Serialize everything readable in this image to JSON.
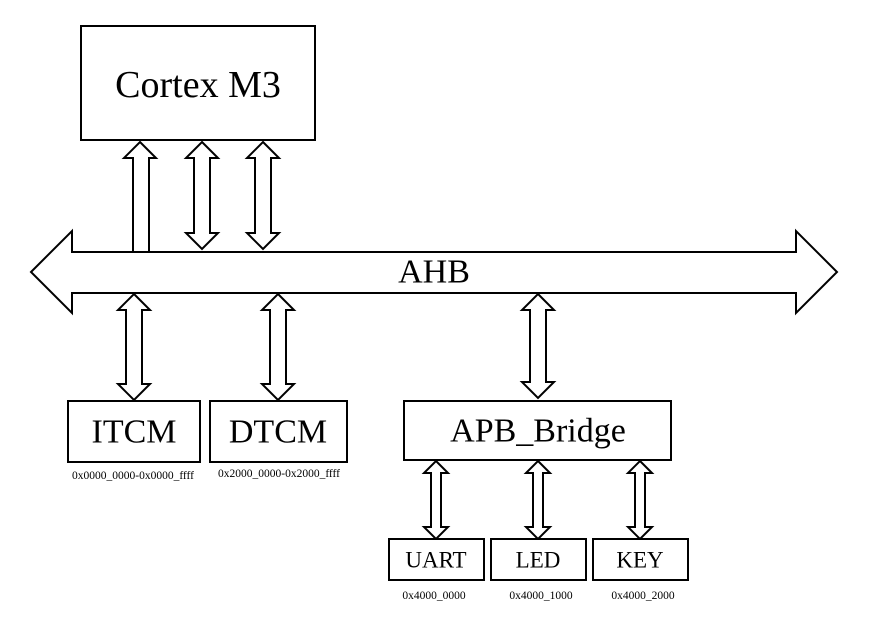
{
  "cpu": {
    "label": "Cortex M3"
  },
  "bus": {
    "label": "AHB"
  },
  "memories": [
    {
      "label": "ITCM",
      "range": "0x0000_0000-0x0000_ffff"
    },
    {
      "label": "DTCM",
      "range": "0x2000_0000-0x2000_ffff"
    }
  ],
  "bridge": {
    "label": "APB_Bridge"
  },
  "peripherals": [
    {
      "label": "UART",
      "address": "0x4000_0000"
    },
    {
      "label": "LED",
      "address": "0x4000_1000"
    },
    {
      "label": "KEY",
      "address": "0x4000_2000"
    }
  ],
  "colors": {
    "stroke": "#000000",
    "fill": "#ffffff"
  }
}
